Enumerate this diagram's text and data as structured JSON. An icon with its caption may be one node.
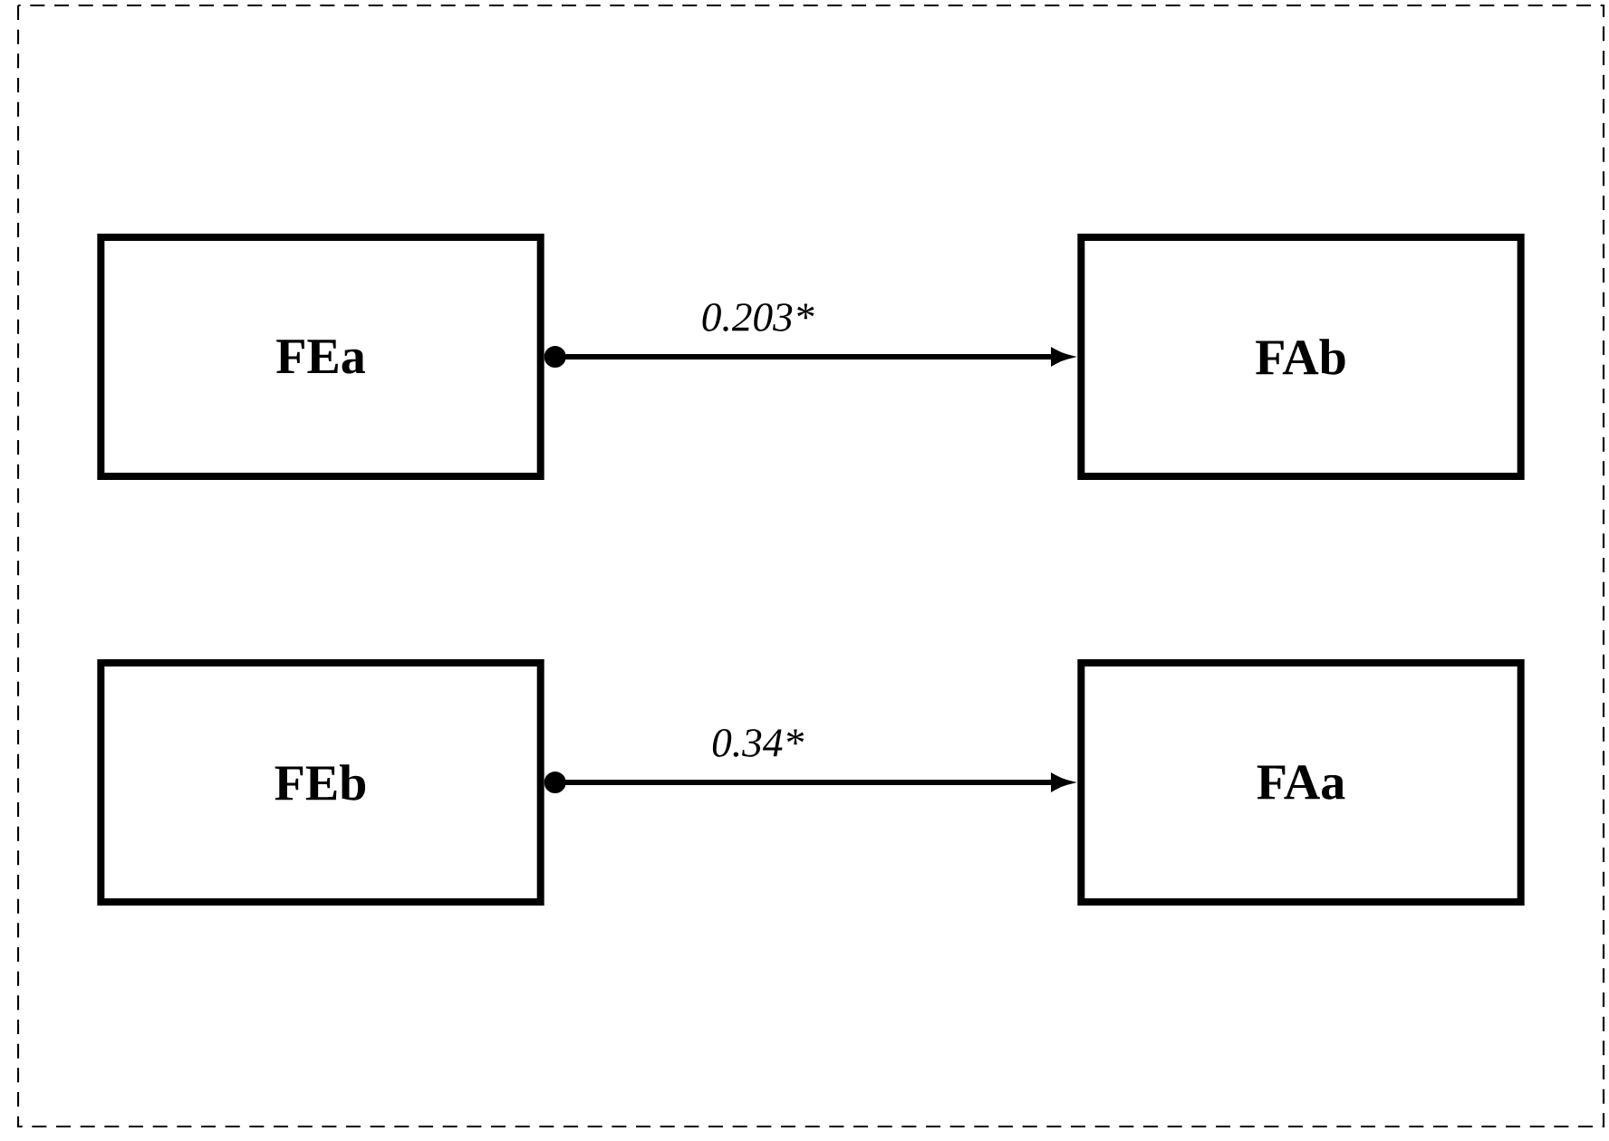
{
  "diagram": {
    "nodes": [
      {
        "text": [
          "FEa"
        ]
      },
      {
        "text": [
          "FAb"
        ]
      },
      {
        "text": [
          "FEb"
        ]
      },
      {
        "text": [
          "FAa"
        ]
      }
    ],
    "edges": [
      {
        "from": 0,
        "to": 1,
        "arrow": "to",
        "label": "0.203*"
      },
      {
        "from": 2,
        "to": 3,
        "arrow": "to",
        "label": "0.34*"
      }
    ]
  }
}
